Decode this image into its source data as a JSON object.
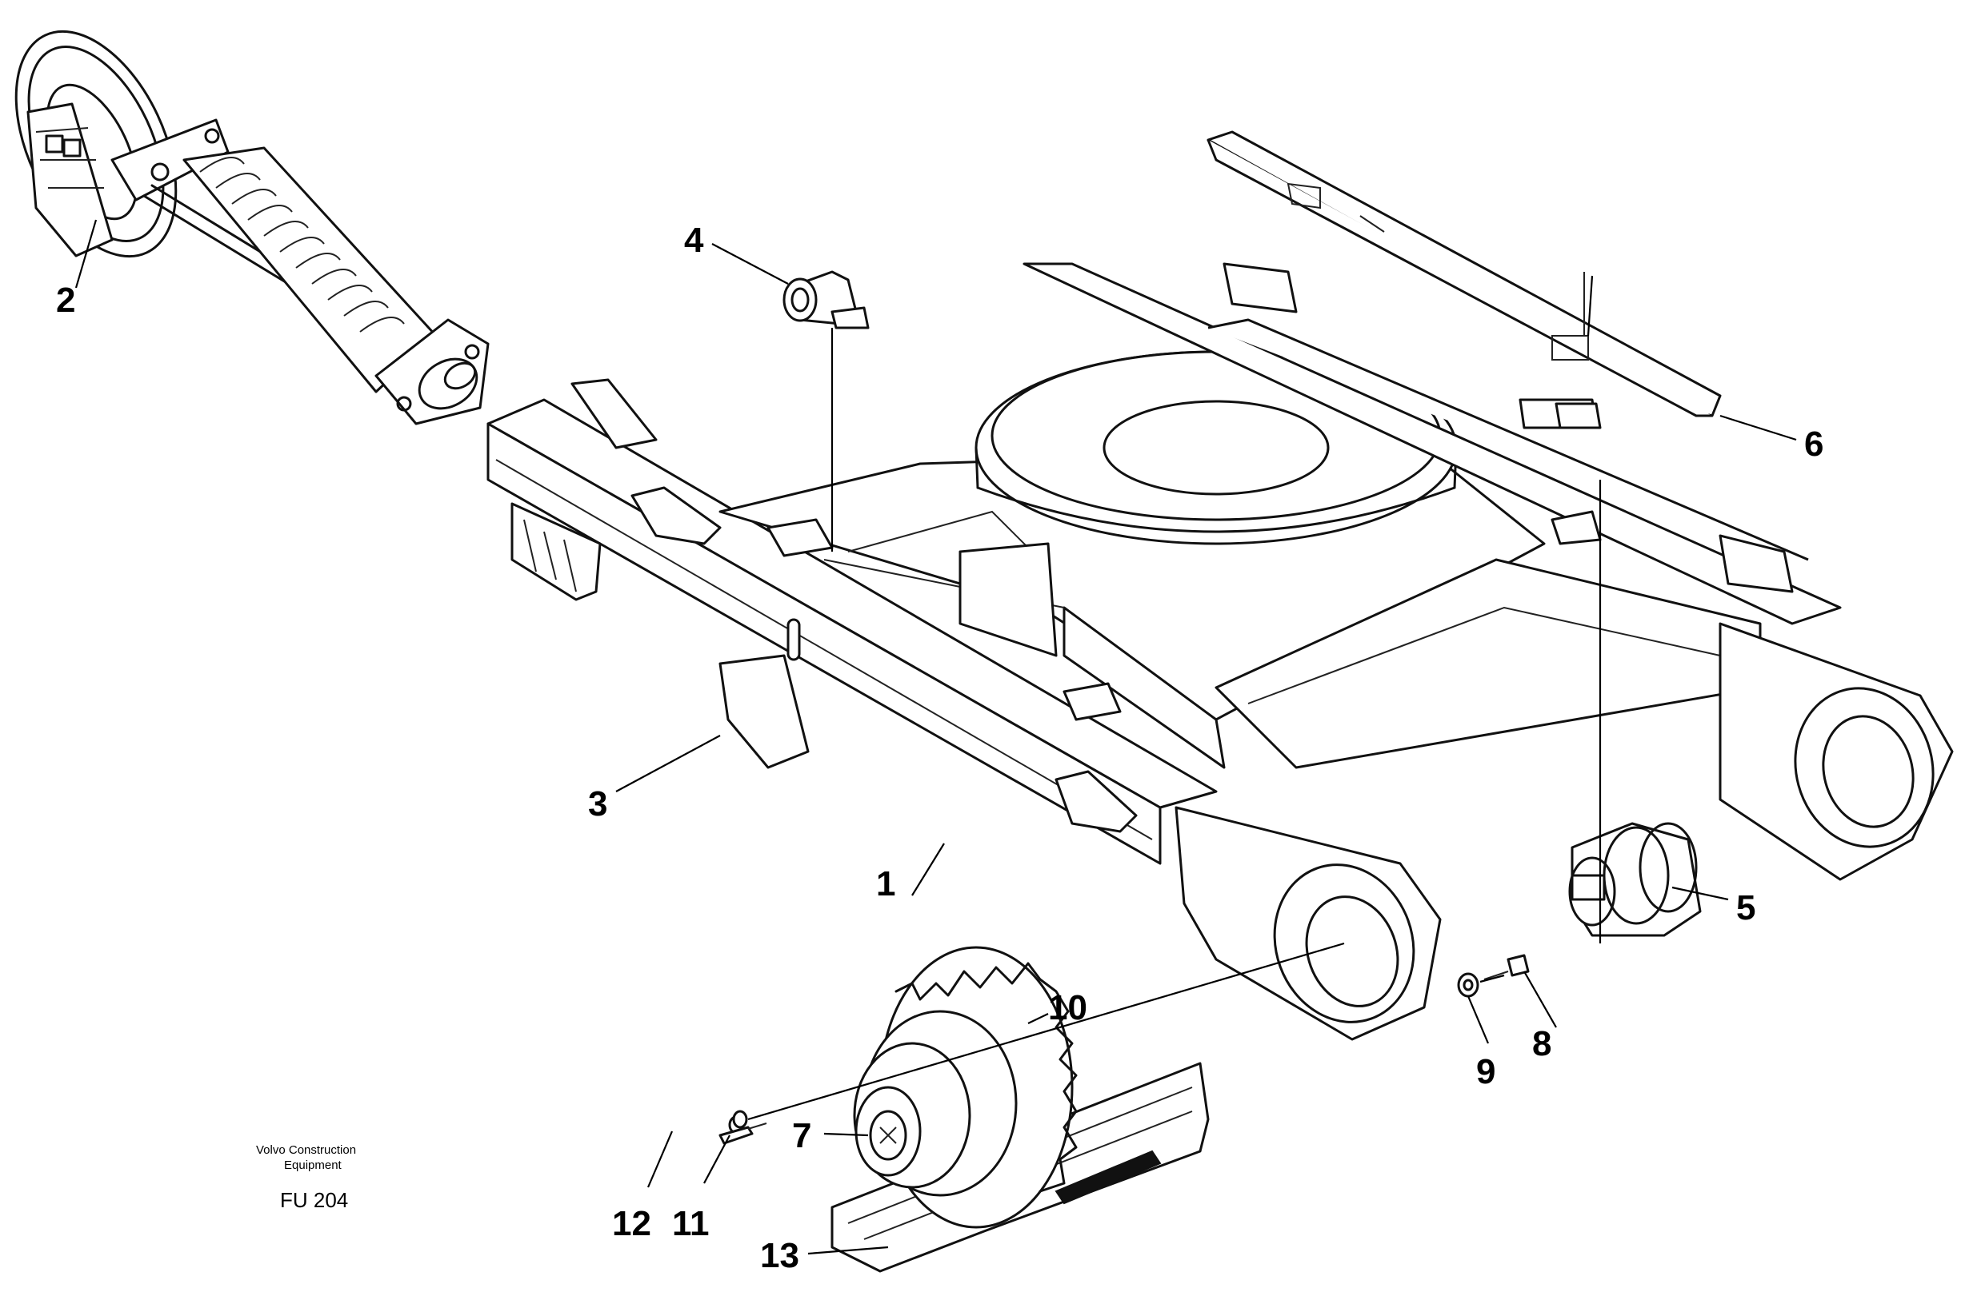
{
  "credit": {
    "line1": "Volvo Construction",
    "line2": "Equipment",
    "code": "FU 204"
  },
  "callouts": [
    {
      "id": "1",
      "text": "1"
    },
    {
      "id": "2",
      "text": "2"
    },
    {
      "id": "3",
      "text": "3"
    },
    {
      "id": "4",
      "text": "4"
    },
    {
      "id": "5",
      "text": "5"
    },
    {
      "id": "6",
      "text": "6"
    },
    {
      "id": "7",
      "text": "7"
    },
    {
      "id": "8",
      "text": "8"
    },
    {
      "id": "9",
      "text": "9"
    },
    {
      "id": "10",
      "text": "10"
    },
    {
      "id": "11",
      "text": "11"
    },
    {
      "id": "12",
      "text": "12"
    },
    {
      "id": "13",
      "text": "13"
    }
  ]
}
